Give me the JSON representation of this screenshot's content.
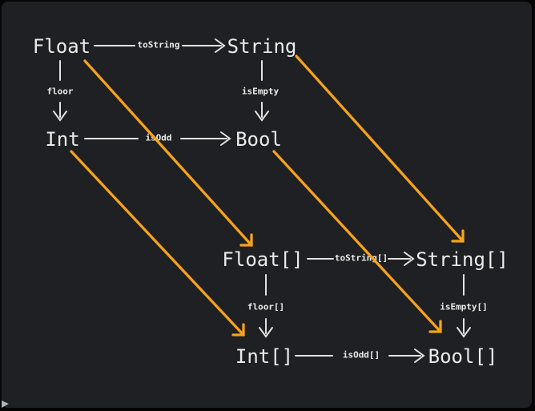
{
  "diagram": {
    "nodes": [
      {
        "label": "Float"
      },
      {
        "label": "String"
      },
      {
        "label": "Int"
      },
      {
        "label": "Bool"
      },
      {
        "label": "Float[]"
      },
      {
        "label": "String[]"
      },
      {
        "label": "Int[]"
      },
      {
        "label": "Bool[]"
      }
    ],
    "edges": [
      {
        "from": "Float",
        "to": "String",
        "label": "toString"
      },
      {
        "from": "Float",
        "to": "Int",
        "label": "floor"
      },
      {
        "from": "String",
        "to": "Bool",
        "label": "isEmpty"
      },
      {
        "from": "Int",
        "to": "Bool",
        "label": "isOdd"
      },
      {
        "from": "Float[]",
        "to": "String[]",
        "label": "toString[]"
      },
      {
        "from": "Float[]",
        "to": "Int[]",
        "label": "floor[]"
      },
      {
        "from": "String[]",
        "to": "Bool[]",
        "label": "isEmpty[]"
      },
      {
        "from": "Int[]",
        "to": "Bool[]",
        "label": "isOdd[]"
      }
    ],
    "lift_arrows": [
      {
        "from": "Float",
        "to": "Float[]"
      },
      {
        "from": "String",
        "to": "String[]"
      },
      {
        "from": "Int",
        "to": "Int[]"
      },
      {
        "from": "Bool",
        "to": "Bool[]"
      }
    ],
    "colors": {
      "background": "#1e2023",
      "text": "#ececec",
      "arrow": "#e2e2e2",
      "accent": "#f7a21c"
    }
  }
}
